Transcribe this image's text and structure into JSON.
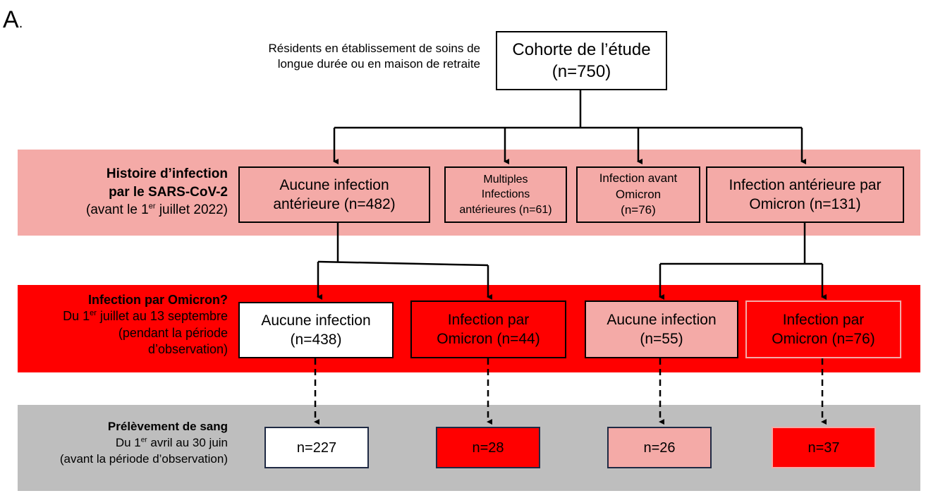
{
  "panel_label": "A",
  "panel_label_dot": ".",
  "cohort": {
    "note_line1": "Résidents en établissement de soins de",
    "note_line2": "longue durée ou en maison de retraite",
    "title": "Cohorte de l’étude",
    "count": "(n=750)"
  },
  "row1": {
    "label_line1": "Histoire d’infection",
    "label_line2": "par le SARS-CoV-2",
    "label_line3_pre": "(avant le 1",
    "label_line3_sup": "er",
    "label_line3_post": " juillet 2022)",
    "boxes": [
      {
        "line1": "Aucune infection",
        "line2": "antérieure (n=482)"
      },
      {
        "line1": "Multiples",
        "line2": "Infections",
        "line3": "antérieures (n=61)"
      },
      {
        "line1": "Infection avant",
        "line2": "Omicron",
        "line3": "(n=76)"
      },
      {
        "line1": "Infection antérieure par",
        "line2": "Omicron (n=131)"
      }
    ]
  },
  "row2": {
    "label_line1": "Infection par Omicron?",
    "label_line2_pre": "Du 1",
    "label_line2_sup": "er",
    "label_line2_post": " juillet au 13 septembre",
    "label_line3": "(pendant la période",
    "label_line4": "d’observation)",
    "boxes": [
      {
        "line1": "Aucune infection",
        "line2": "(n=438)"
      },
      {
        "line1": "Infection par",
        "line2": "Omicron (n=44)"
      },
      {
        "line1": "Aucune infection",
        "line2": "(n=55)"
      },
      {
        "line1": "Infection par",
        "line2": "Omicron (n=76)"
      }
    ]
  },
  "row3": {
    "label_line1": "Prélèvement de sang",
    "label_line2_pre": "Du 1",
    "label_line2_sup": "er",
    "label_line2_post": " avril au 30 juin",
    "label_line3": "(avant la période d’observation)",
    "boxes": [
      "n=227",
      "n=28",
      "n=26",
      "n=37"
    ]
  },
  "colors": {
    "light_red": "#f4aaa7",
    "bright_red": "#ff0000",
    "grey": "#bebebe",
    "navy_border": "#1f2a44"
  }
}
